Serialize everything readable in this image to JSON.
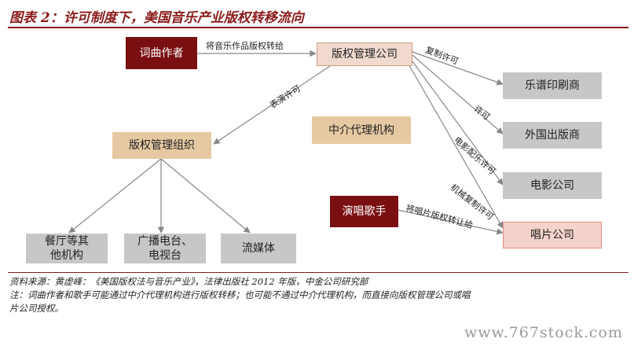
{
  "title": "图表 2：许可制度下，美国音乐产业版权转移流向",
  "nodes": {
    "lyricist": "词曲作者",
    "publisher": "版权管理公司",
    "sheet_music": "乐谱印刷商",
    "foreign_publisher": "外国出版商",
    "film_company": "电影公司",
    "record_company": "唱片公司",
    "performer": "演唱歌手",
    "pro": "版权管理组织",
    "agency": "中介代理机构",
    "restaurants_line1": "餐厅等其",
    "restaurants_line2": "他机构",
    "broadcast_line1": "广播电台、",
    "broadcast_line2": "电视台",
    "streaming": "流媒体"
  },
  "edge_labels": {
    "transfer_copyright": "将音乐作品版权转给",
    "reproduction_license": "复制许可",
    "license": "许可",
    "sync_license": "电影配乐许可",
    "mechanical_license": "机械复制许可",
    "performance_license": "表演许可",
    "record_transfer": "将唱片版权转让给"
  },
  "source": "资料来源：黄虚峰：《美国版权法与音乐产业》，法律出版社 2012 年版，中金公司研究部",
  "note_line1": "注：词曲作者和歌手可能通过中介代理机构进行版权转移；也可能不通过中介代理机构，而直接向版权管理公司或唱",
  "note_line2": "片公司授权。",
  "watermark": "www.767stock.com",
  "colors": {
    "dark_red": "#7a0f12",
    "tan": "#e6c9a2",
    "gray": "#c7c7c7",
    "title_red": "#8b1a1a"
  }
}
